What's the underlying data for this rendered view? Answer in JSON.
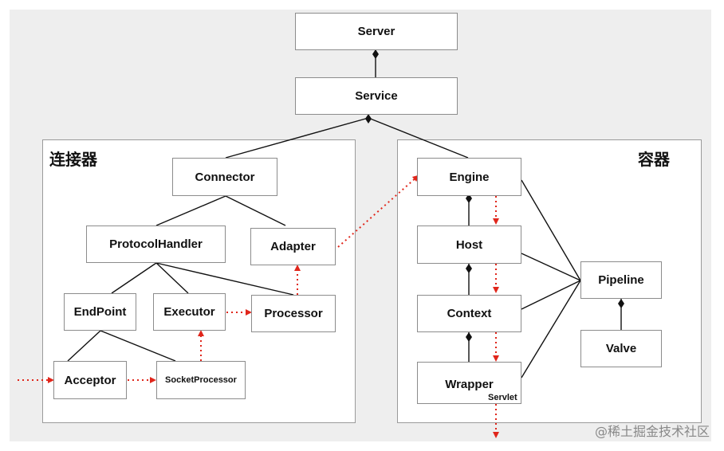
{
  "panels": {
    "connector_title": "连接器",
    "container_title": "容器"
  },
  "boxes": {
    "server": "Server",
    "service": "Service",
    "connector": "Connector",
    "protocol_handler": "ProtocolHandler",
    "adapter": "Adapter",
    "endpoint": "EndPoint",
    "executor": "Executor",
    "processor": "Processor",
    "acceptor": "Acceptor",
    "socket_processor": "SocketProcessor",
    "engine": "Engine",
    "host": "Host",
    "context": "Context",
    "wrapper": "Wrapper",
    "servlet": "Servlet",
    "pipeline": "Pipeline",
    "valve": "Valve"
  },
  "watermark": "@稀土掘金技术社区",
  "colors": {
    "flow_arrow": "#e0261b",
    "line": "#111111",
    "box_border": "#8c8c8c"
  }
}
